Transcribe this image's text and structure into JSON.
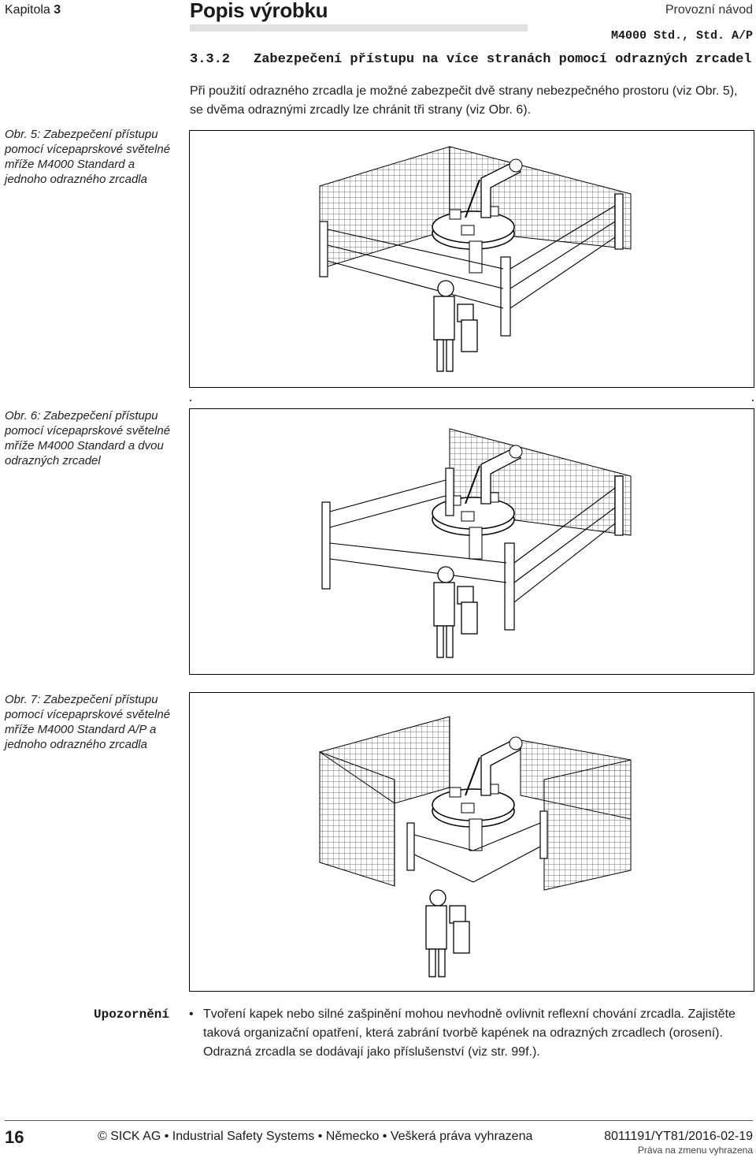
{
  "header": {
    "chapter_label": "Kapitola",
    "chapter_number": "3",
    "title": "Popis výrobku",
    "doc_type": "Provozní návod",
    "model": "M4000 Std., Std. A/P"
  },
  "section": {
    "number": "3.3.2",
    "title": "Zabezpečení přístupu na více stranách pomocí odrazných zrcadel",
    "intro": "Při použití odrazného zrcadla je možné zabezpečit dvě strany nebezpečného prostoru (viz Obr. 5), se dvěma odraznými zrcadly lze chránit tři strany (viz Obr. 6)."
  },
  "figures": [
    {
      "caption": "Obr. 5: Zabezpečení přístupu pomocí vícepaprskové světelné mříže M4000 Standard a jednoho odrazného zrcadla"
    },
    {
      "caption": "Obr. 6: Zabezpečení přístupu pomocí vícepaprskové světelné mříže M4000 Standard a dvou odrazných zrcadel"
    },
    {
      "caption": "Obr. 7: Zabezpečení přístupu pomocí vícepaprskové světelné mříže M4000 Standard A/P a jednoho odrazného zrcadla"
    }
  ],
  "note": {
    "label": "Upozornění",
    "bullet": "•",
    "text": "Tvoření kapek nebo silné zašpinění mohou nevhodně ovlivnit reflexní chování zrcadla. Zajistěte taková organizační opatření, která zabrání tvorbě kapének na odrazných zrcadlech (orosení). Odrazná zrcadla se dodávají jako příslušenství (viz str. 99f.)."
  },
  "footer": {
    "page_number": "16",
    "copyright": "© SICK AG • Industrial Safety Systems • Německo • Veškerá práva vyhrazena",
    "doc_number": "8011191/YT81/2016-02-19",
    "rights_note": "Práva na zmenu vyhrazena"
  }
}
